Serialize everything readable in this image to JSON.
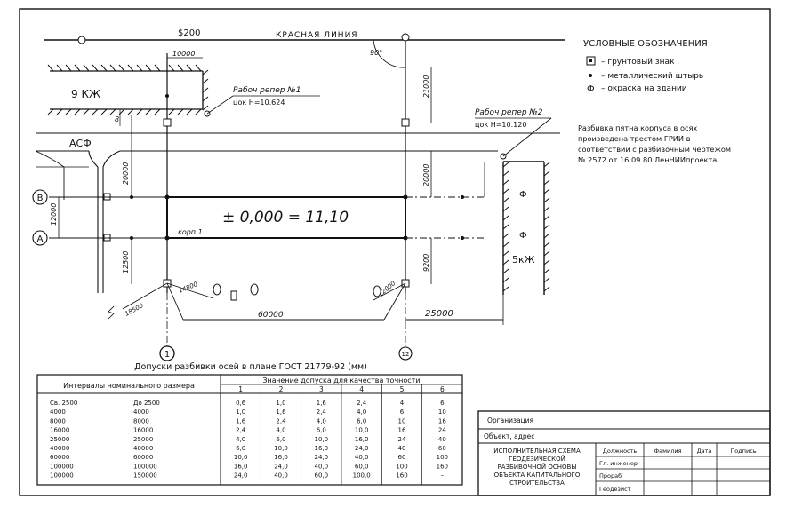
{
  "plan": {
    "top_road_dim": "$200",
    "red_line": "КРАСНАЯ ЛИНИЯ",
    "angle": "90°",
    "bldg_left": "9 КЖ",
    "bldg_right": "5кЖ",
    "dim_10000": "10000",
    "dim_21000": "21000",
    "dim_20000_left": "20000",
    "dim_20000_right": "20000",
    "dim_12000": "12000",
    "dim_12500": "12500",
    "dim_9200": "9200",
    "dim_60000": "60000",
    "dim_25000": "25000",
    "dim_18500": "18500",
    "dim_14800": "14800",
    "dim_12000_diag": "12000",
    "dim_8": "8",
    "rep1_title": "Рабоч репер №1",
    "rep1_mark": "цок Н=10.624",
    "rep2_title": "Рабоч репер №2",
    "rep2_mark": "цок Н=10.120",
    "asf": "АСФ",
    "level": "± 0,000 = 11,10",
    "korp": "корп 1",
    "axis_b": "В",
    "axis_a": "А",
    "axis_1": "1",
    "axis_12": "12"
  },
  "legend": {
    "title": "УСЛОВНЫЕ ОБОЗНАЧЕНИЯ",
    "items": [
      {
        "text": "– грунтовый знак"
      },
      {
        "text": "– металлический штырь"
      },
      {
        "text": "– окраска на здании"
      }
    ]
  },
  "note": {
    "lines": [
      "Разбивка пятна корпуса в осях",
      "произведена трестом ГРИИ в",
      "соответствии с разбивочным чертежом",
      "№ 2572 от 16.09.80 ЛенНИИпроекта"
    ]
  },
  "table": {
    "title": "Допуски разбивки осей в плане ГОСТ 21779-92 (мм)",
    "col_intervals": "Интервалы номинального размера",
    "col_values": "Значение допуска для качества точности",
    "classes": [
      "1",
      "2",
      "3",
      "4",
      "5",
      "6"
    ],
    "rows": [
      {
        "from": "Св. 2500",
        "to": "До 2500",
        "v": [
          "0,6",
          "1,0",
          "1,6",
          "2,4",
          "4",
          "6"
        ]
      },
      {
        "from": "4000",
        "to": "4000",
        "v": [
          "1,0",
          "1,6",
          "2,4",
          "4,0",
          "6",
          "10"
        ]
      },
      {
        "from": "8000",
        "to": "8000",
        "v": [
          "1,6",
          "2,4",
          "4,0",
          "6,0",
          "10",
          "16"
        ]
      },
      {
        "from": "16000",
        "to": "16000",
        "v": [
          "2,4",
          "4,0",
          "6,0",
          "10,0",
          "16",
          "24"
        ]
      },
      {
        "from": "25000",
        "to": "25000",
        "v": [
          "4,0",
          "6,0",
          "10,0",
          "16,0",
          "24",
          "40"
        ]
      },
      {
        "from": "40000",
        "to": "40000",
        "v": [
          "6,0",
          "10,0",
          "16,0",
          "24,0",
          "40",
          "60"
        ]
      },
      {
        "from": "60000",
        "to": "60000",
        "v": [
          "10,0",
          "16,0",
          "24,0",
          "40,0",
          "60",
          "100"
        ]
      },
      {
        "from": "100000",
        "to": "100000",
        "v": [
          "16,0",
          "24,0",
          "40,0",
          "60,0",
          "100",
          "160"
        ]
      },
      {
        "from": "100000",
        "to": "150000",
        "v": [
          "24,0",
          "40,0",
          "60,0",
          "100,0",
          "160",
          "–"
        ]
      }
    ]
  },
  "stamp": {
    "org": "Организация",
    "obj": "Объект, адрес",
    "title_lines": [
      "ИСПОЛНИТЕЛЬНАЯ СХЕМА",
      "ГЕОДЕЗИЧЕСКОЙ",
      "РАЗБИВОЧНОЙ ОСНОВЫ",
      "ОБЪЕКТА КАПИТАЛЬНОГО",
      "СТРОИТЕЛЬСТВА"
    ],
    "headers": [
      "Должность",
      "Фамилия",
      "Дата",
      "Подпись"
    ],
    "roles": [
      "Гл. инженер",
      "Прораб",
      "Геодезист"
    ]
  }
}
